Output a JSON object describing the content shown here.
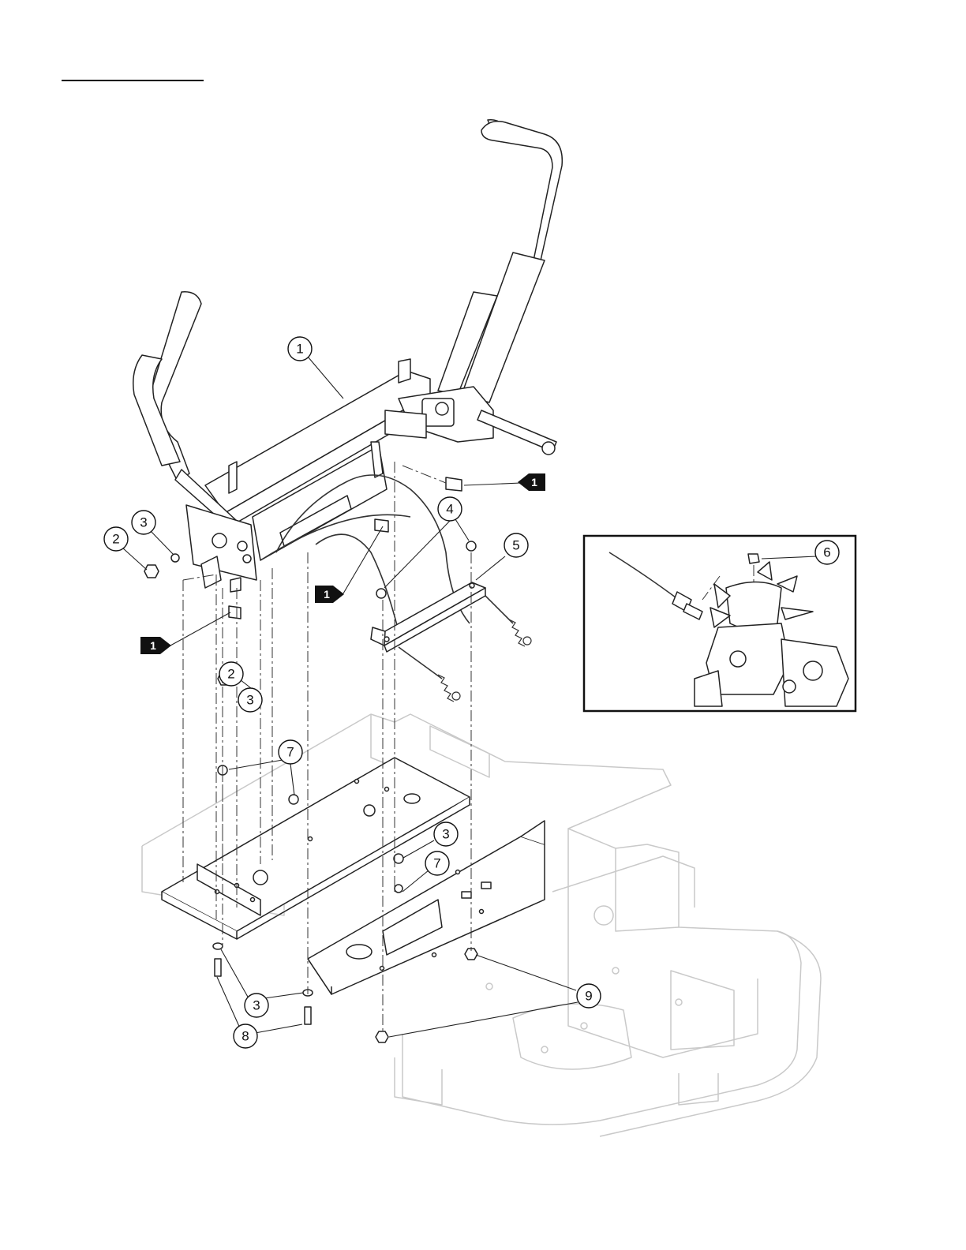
{
  "diagram": {
    "callouts": [
      {
        "id": "c1",
        "label": "1"
      },
      {
        "id": "c2a",
        "label": "2"
      },
      {
        "id": "c3a",
        "label": "3"
      },
      {
        "id": "c2b",
        "label": "2"
      },
      {
        "id": "c3b",
        "label": "3"
      },
      {
        "id": "c4",
        "label": "4"
      },
      {
        "id": "c5",
        "label": "5"
      },
      {
        "id": "c6",
        "label": "6"
      },
      {
        "id": "c7a",
        "label": "7"
      },
      {
        "id": "c3c",
        "label": "3"
      },
      {
        "id": "c7b",
        "label": "7"
      },
      {
        "id": "c3d",
        "label": "3"
      },
      {
        "id": "c8",
        "label": "8"
      },
      {
        "id": "c9",
        "label": "9"
      }
    ],
    "reference_flags": [
      {
        "id": "f1",
        "label": "1"
      },
      {
        "id": "f2",
        "label": "1"
      },
      {
        "id": "f3",
        "label": "1"
      }
    ]
  }
}
